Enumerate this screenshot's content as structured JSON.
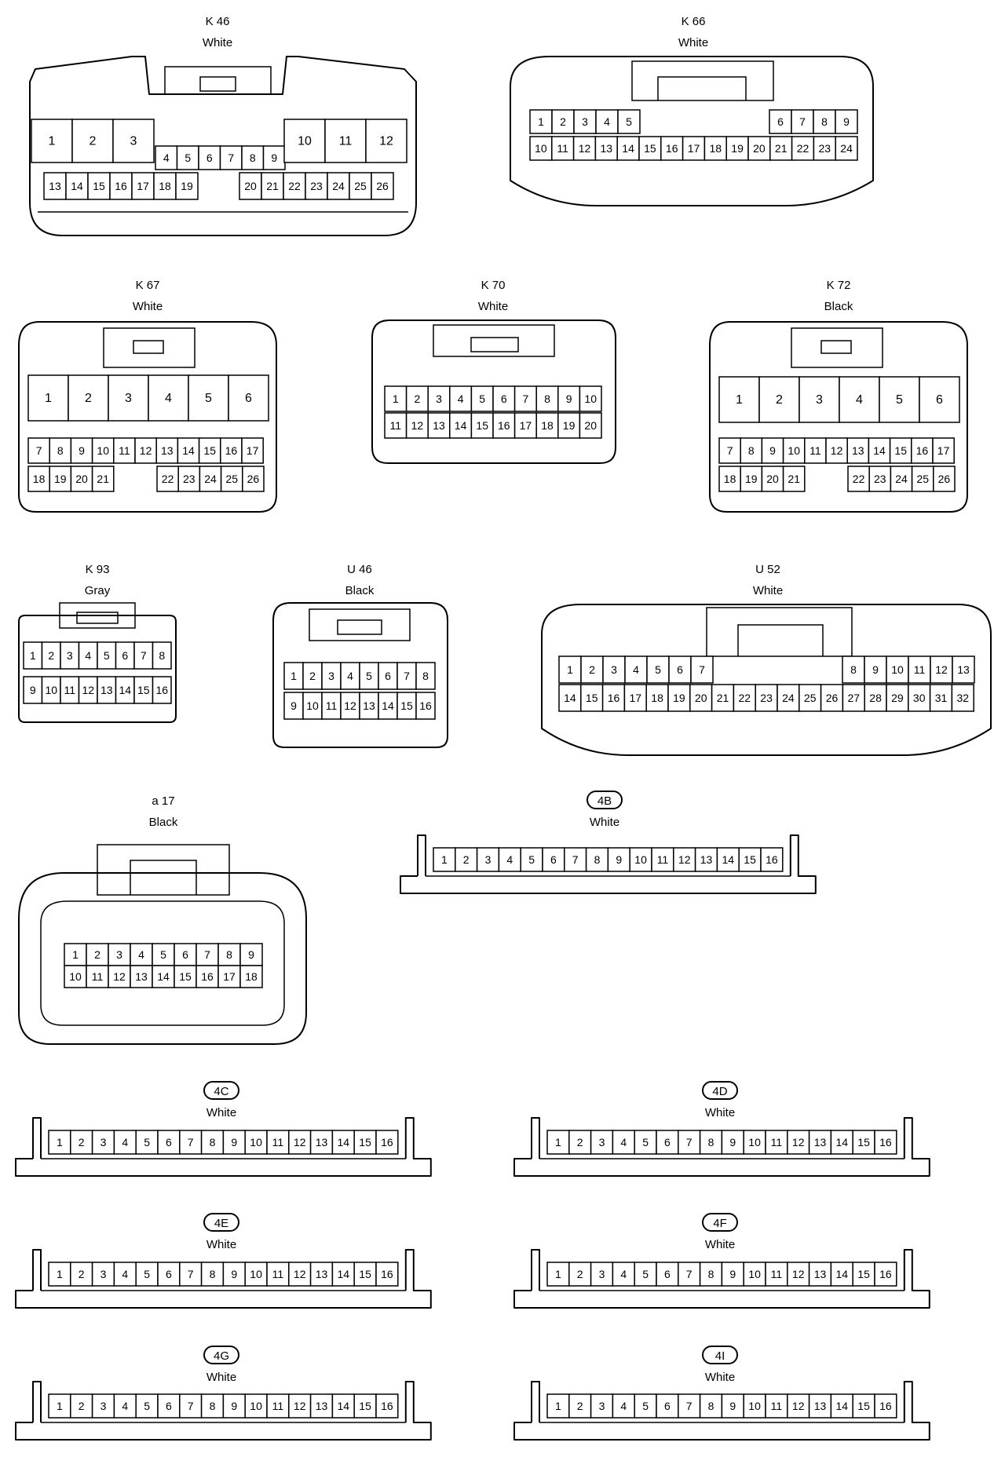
{
  "connectors": {
    "k46": {
      "id": "K 46",
      "color": "White",
      "row_big_left": [
        "1",
        "2",
        "3"
      ],
      "row_small_mid": [
        "4",
        "5",
        "6",
        "7",
        "8",
        "9"
      ],
      "row_big_right": [
        "10",
        "11",
        "12"
      ],
      "row_bottom_left": [
        "13",
        "14",
        "15",
        "16",
        "17",
        "18",
        "19"
      ],
      "row_bottom_right": [
        "20",
        "21",
        "22",
        "23",
        "24",
        "25",
        "26"
      ]
    },
    "k66": {
      "id": "K 66",
      "color": "White",
      "top_left": [
        "1",
        "2",
        "3",
        "4",
        "5"
      ],
      "top_right": [
        "6",
        "7",
        "8",
        "9"
      ],
      "bottom": [
        "10",
        "11",
        "12",
        "13",
        "14",
        "15",
        "16",
        "17",
        "18",
        "19",
        "20",
        "21",
        "22",
        "23",
        "24"
      ]
    },
    "k67": {
      "id": "K 67",
      "color": "White",
      "big": [
        "1",
        "2",
        "3",
        "4",
        "5",
        "6"
      ],
      "mid": [
        "7",
        "8",
        "9",
        "10",
        "11",
        "12",
        "13",
        "14",
        "15",
        "16",
        "17"
      ],
      "bottom_left": [
        "18",
        "19",
        "20",
        "21"
      ],
      "bottom_right": [
        "22",
        "23",
        "24",
        "25",
        "26"
      ]
    },
    "k70": {
      "id": "K 70",
      "color": "White",
      "top": [
        "1",
        "2",
        "3",
        "4",
        "5",
        "6",
        "7",
        "8",
        "9",
        "10"
      ],
      "bottom": [
        "11",
        "12",
        "13",
        "14",
        "15",
        "16",
        "17",
        "18",
        "19",
        "20"
      ]
    },
    "k72": {
      "id": "K 72",
      "color": "Black",
      "big": [
        "1",
        "2",
        "3",
        "4",
        "5",
        "6"
      ],
      "mid": [
        "7",
        "8",
        "9",
        "10",
        "11",
        "12",
        "13",
        "14",
        "15",
        "16",
        "17"
      ],
      "bottom_left": [
        "18",
        "19",
        "20",
        "21"
      ],
      "bottom_right": [
        "22",
        "23",
        "24",
        "25",
        "26"
      ]
    },
    "k93": {
      "id": "K 93",
      "color": "Gray",
      "top": [
        "1",
        "2",
        "3",
        "4",
        "5",
        "6",
        "7",
        "8"
      ],
      "bottom": [
        "9",
        "10",
        "11",
        "12",
        "13",
        "14",
        "15",
        "16"
      ]
    },
    "u46": {
      "id": "U 46",
      "color": "Black",
      "top": [
        "1",
        "2",
        "3",
        "4",
        "5",
        "6",
        "7",
        "8"
      ],
      "bottom": [
        "9",
        "10",
        "11",
        "12",
        "13",
        "14",
        "15",
        "16"
      ]
    },
    "u52": {
      "id": "U 52",
      "color": "White",
      "top_left": [
        "1",
        "2",
        "3",
        "4",
        "5",
        "6",
        "7"
      ],
      "top_right": [
        "8",
        "9",
        "10",
        "11",
        "12",
        "13"
      ],
      "bottom": [
        "14",
        "15",
        "16",
        "17",
        "18",
        "19",
        "20",
        "21",
        "22",
        "23",
        "24",
        "25",
        "26",
        "27",
        "28",
        "29",
        "30",
        "31",
        "32"
      ]
    },
    "a17": {
      "id": "a 17",
      "color": "Black",
      "top": [
        "1",
        "2",
        "3",
        "4",
        "5",
        "6",
        "7",
        "8",
        "9"
      ],
      "bottom": [
        "10",
        "11",
        "12",
        "13",
        "14",
        "15",
        "16",
        "17",
        "18"
      ]
    },
    "c4b": {
      "id": "4B",
      "color": "White",
      "pins": [
        "1",
        "2",
        "3",
        "4",
        "5",
        "6",
        "7",
        "8",
        "9",
        "10",
        "11",
        "12",
        "13",
        "14",
        "15",
        "16"
      ]
    },
    "c4c": {
      "id": "4C",
      "color": "White",
      "pins": [
        "1",
        "2",
        "3",
        "4",
        "5",
        "6",
        "7",
        "8",
        "9",
        "10",
        "11",
        "12",
        "13",
        "14",
        "15",
        "16"
      ]
    },
    "c4d": {
      "id": "4D",
      "color": "White",
      "pins": [
        "1",
        "2",
        "3",
        "4",
        "5",
        "6",
        "7",
        "8",
        "9",
        "10",
        "11",
        "12",
        "13",
        "14",
        "15",
        "16"
      ]
    },
    "c4e": {
      "id": "4E",
      "color": "White",
      "pins": [
        "1",
        "2",
        "3",
        "4",
        "5",
        "6",
        "7",
        "8",
        "9",
        "10",
        "11",
        "12",
        "13",
        "14",
        "15",
        "16"
      ]
    },
    "c4f": {
      "id": "4F",
      "color": "White",
      "pins": [
        "1",
        "2",
        "3",
        "4",
        "5",
        "6",
        "7",
        "8",
        "9",
        "10",
        "11",
        "12",
        "13",
        "14",
        "15",
        "16"
      ]
    },
    "c4g": {
      "id": "4G",
      "color": "White",
      "pins": [
        "1",
        "2",
        "3",
        "4",
        "5",
        "6",
        "7",
        "8",
        "9",
        "10",
        "11",
        "12",
        "13",
        "14",
        "15",
        "16"
      ]
    },
    "c4i": {
      "id": "4I",
      "color": "White",
      "pins": [
        "1",
        "2",
        "3",
        "4",
        "5",
        "6",
        "7",
        "8",
        "9",
        "10",
        "11",
        "12",
        "13",
        "14",
        "15",
        "16"
      ]
    }
  }
}
